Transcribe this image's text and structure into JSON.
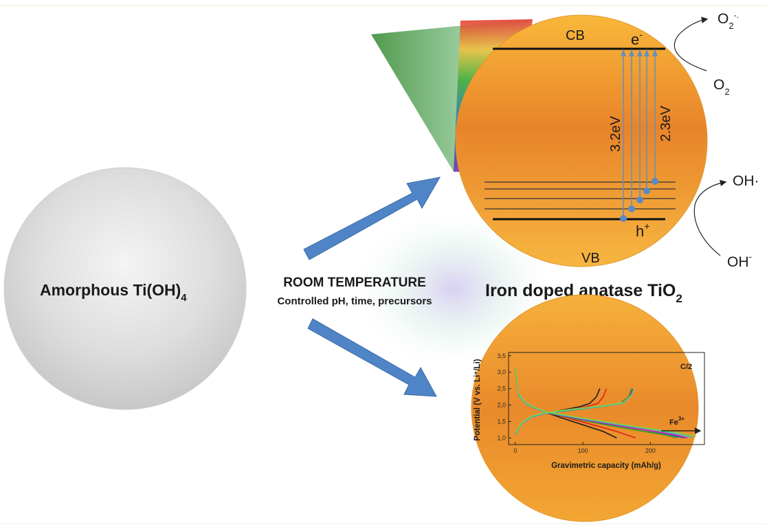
{
  "left_sphere": {
    "label_main": "Amorphous Ti(OH)",
    "label_sub": "4"
  },
  "process": {
    "title": "ROOM TEMPERATURE",
    "subtitle": "Controlled pH, time, precursors"
  },
  "product": {
    "label_main": "Iron doped anatase TiO",
    "label_sub": "2"
  },
  "band_diagram": {
    "cb_label": "CB",
    "vb_label": "VB",
    "electron_label": "e",
    "electron_sup": "-",
    "hole_label": "h",
    "hole_sup": "+",
    "gap_large": "3.2eV",
    "gap_small": "2.3eV",
    "o2_label": "O",
    "o2_sub": "2",
    "superoxide_label": "O",
    "superoxide_sub": "2",
    "superoxide_sup": "-.",
    "oh_radical_label": "OH·",
    "hydroxide_label": "OH",
    "hydroxide_sup": "-"
  },
  "chart_data": {
    "type": "line",
    "xlabel": "Gravimetric capacity (mAh/g)",
    "ylabel": "Potential (V vs. Li⁺/Li)",
    "annotation_rate": "C/2",
    "annotation_fe": "Fe",
    "annotation_fe_sup": "3+",
    "xlim": [
      -10,
      280
    ],
    "ylim": [
      0.8,
      3.6
    ],
    "xticks": [
      "0",
      "100",
      "200"
    ],
    "yticks": [
      "1,0",
      "1,5",
      "2,0",
      "2,5",
      "3,0",
      "3,5"
    ],
    "series": [
      {
        "color": "#1a1a1a",
        "discharge": [
          [
            0,
            3.1
          ],
          [
            5,
            2.3
          ],
          [
            15,
            2.05
          ],
          [
            30,
            1.9
          ],
          [
            45,
            1.78
          ],
          [
            70,
            1.6
          ],
          [
            100,
            1.4
          ],
          [
            130,
            1.2
          ],
          [
            150,
            1.0
          ]
        ],
        "charge": [
          [
            0,
            1.1
          ],
          [
            10,
            1.45
          ],
          [
            25,
            1.65
          ],
          [
            45,
            1.75
          ],
          [
            70,
            1.85
          ],
          [
            95,
            1.95
          ],
          [
            110,
            2.05
          ],
          [
            120,
            2.25
          ],
          [
            125,
            2.5
          ]
        ]
      },
      {
        "color": "#e02020",
        "discharge": [
          [
            0,
            3.1
          ],
          [
            5,
            2.3
          ],
          [
            15,
            2.05
          ],
          [
            30,
            1.9
          ],
          [
            45,
            1.78
          ],
          [
            80,
            1.6
          ],
          [
            115,
            1.4
          ],
          [
            150,
            1.2
          ],
          [
            178,
            1.0
          ]
        ],
        "charge": [
          [
            0,
            1.1
          ],
          [
            10,
            1.45
          ],
          [
            25,
            1.65
          ],
          [
            45,
            1.75
          ],
          [
            75,
            1.85
          ],
          [
            105,
            1.95
          ],
          [
            122,
            2.05
          ],
          [
            130,
            2.25
          ],
          [
            135,
            2.5
          ]
        ]
      },
      {
        "color": "#20a020",
        "discharge": [
          [
            0,
            3.1
          ],
          [
            5,
            2.3
          ],
          [
            15,
            2.05
          ],
          [
            30,
            1.9
          ],
          [
            45,
            1.78
          ],
          [
            90,
            1.58
          ],
          [
            140,
            1.38
          ],
          [
            185,
            1.22
          ],
          [
            220,
            1.1
          ],
          [
            240,
            1.0
          ]
        ],
        "charge": [
          [
            0,
            1.1
          ],
          [
            10,
            1.45
          ],
          [
            25,
            1.65
          ],
          [
            45,
            1.75
          ],
          [
            85,
            1.85
          ],
          [
            125,
            1.95
          ],
          [
            155,
            2.05
          ],
          [
            168,
            2.25
          ],
          [
            172,
            2.5
          ]
        ]
      },
      {
        "color": "#2050d0",
        "discharge": [
          [
            0,
            3.1
          ],
          [
            5,
            2.3
          ],
          [
            15,
            2.05
          ],
          [
            30,
            1.9
          ],
          [
            45,
            1.78
          ],
          [
            90,
            1.6
          ],
          [
            145,
            1.4
          ],
          [
            190,
            1.25
          ],
          [
            225,
            1.12
          ],
          [
            250,
            1.0
          ]
        ],
        "charge": [
          [
            0,
            1.1
          ],
          [
            10,
            1.45
          ],
          [
            25,
            1.65
          ],
          [
            45,
            1.75
          ],
          [
            85,
            1.86
          ],
          [
            128,
            1.96
          ],
          [
            158,
            2.06
          ],
          [
            170,
            2.27
          ],
          [
            174,
            2.5
          ]
        ]
      },
      {
        "color": "#c020c0",
        "discharge": [
          [
            0,
            3.1
          ],
          [
            5,
            2.3
          ],
          [
            15,
            2.05
          ],
          [
            30,
            1.9
          ],
          [
            45,
            1.78
          ],
          [
            95,
            1.58
          ],
          [
            150,
            1.38
          ],
          [
            200,
            1.22
          ],
          [
            235,
            1.1
          ],
          [
            255,
            1.0
          ]
        ],
        "charge": [
          [
            0,
            1.1
          ],
          [
            10,
            1.45
          ],
          [
            25,
            1.65
          ],
          [
            45,
            1.75
          ],
          [
            85,
            1.86
          ],
          [
            128,
            1.96
          ],
          [
            158,
            2.06
          ],
          [
            170,
            2.27
          ],
          [
            174,
            2.48
          ]
        ]
      },
      {
        "color": "#30c8c8",
        "discharge": [
          [
            0,
            3.1
          ],
          [
            5,
            2.3
          ],
          [
            15,
            2.05
          ],
          [
            30,
            1.9
          ],
          [
            45,
            1.78
          ],
          [
            95,
            1.6
          ],
          [
            155,
            1.4
          ],
          [
            205,
            1.25
          ],
          [
            240,
            1.12
          ],
          [
            262,
            1.02
          ]
        ],
        "charge": [
          [
            0,
            1.1
          ],
          [
            10,
            1.45
          ],
          [
            25,
            1.65
          ],
          [
            45,
            1.75
          ],
          [
            85,
            1.86
          ],
          [
            130,
            1.96
          ],
          [
            160,
            2.06
          ],
          [
            172,
            2.28
          ],
          [
            176,
            2.5
          ]
        ]
      },
      {
        "color": "#90c840",
        "discharge": [
          [
            0,
            3.15
          ],
          [
            5,
            2.35
          ],
          [
            15,
            2.08
          ],
          [
            30,
            1.92
          ],
          [
            45,
            1.8
          ],
          [
            95,
            1.62
          ],
          [
            155,
            1.42
          ],
          [
            205,
            1.27
          ],
          [
            245,
            1.15
          ],
          [
            268,
            1.05
          ]
        ],
        "charge": [
          [
            0,
            1.15
          ],
          [
            10,
            1.48
          ],
          [
            25,
            1.68
          ],
          [
            45,
            1.77
          ],
          [
            85,
            1.88
          ],
          [
            130,
            1.98
          ],
          [
            160,
            2.08
          ],
          [
            172,
            2.3
          ],
          [
            176,
            2.52
          ]
        ]
      }
    ]
  }
}
